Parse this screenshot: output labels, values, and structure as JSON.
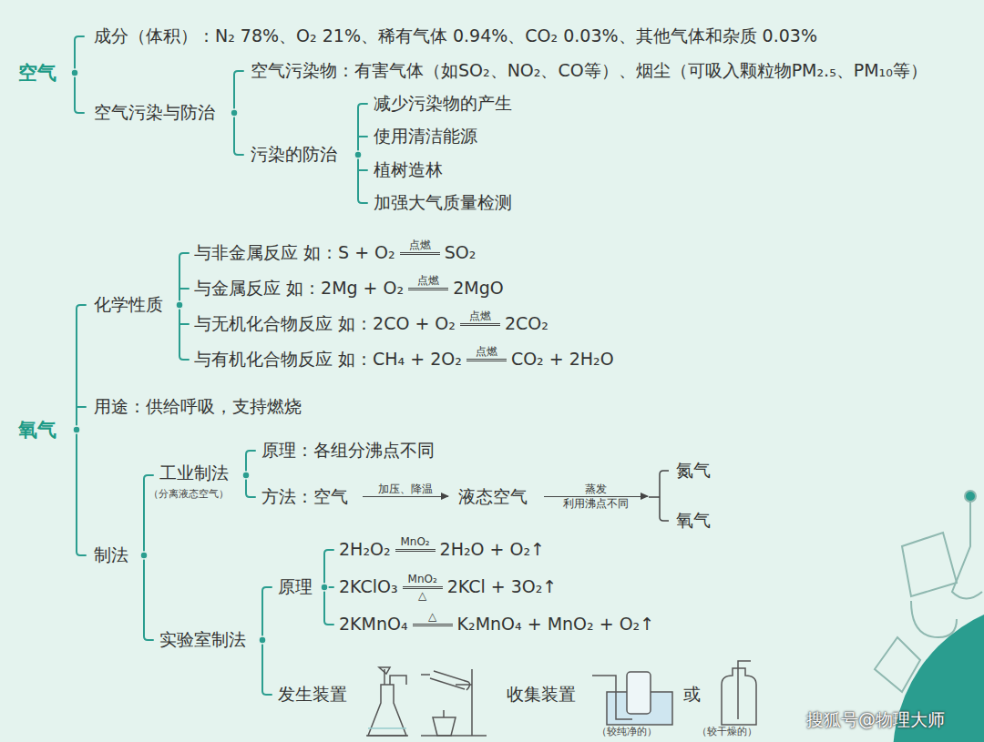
{
  "diagram": {
    "labels": [
      "空气",
      "成分（体积）：N₂ 78%、O₂ 21%、稀有气体 0.94%、CO₂ 0.03%、其他气体和杂质 0.03%",
      "空气污染与防治",
      "空气污染物：有害气体（如SO₂、NO₂、CO等）、烟尘（可吸入颗粒物PM₂.₅、PM₁₀等）",
      "污染的防治",
      "减少污染物的产生",
      "使用清洁能源",
      "植树造林",
      "加强大气质量检测",
      "氧气",
      "化学性质",
      "与非金属反应 如：S + O₂",
      "点燃",
      "SO₂",
      "与金属反应 如：2Mg + O₂",
      "点燃",
      "2MgO",
      "与无机化合物反应 如：2CO + O₂",
      "点燃",
      "2CO₂",
      "与有机化合物反应 如：CH₄ + 2O₂",
      "点燃",
      "CO₂ + 2H₂O",
      "用途：供给呼吸，支持燃烧",
      "制法",
      "工业制法",
      "（分离液态空气）",
      "原理：各组分沸点不同",
      "方法：空气",
      "加压、降温",
      "液态空气",
      "蒸发",
      "利用沸点不同",
      "氮气",
      "氧气",
      "实验室制法",
      "原理",
      "2H₂O₂",
      "MnO₂",
      "2H₂O + O₂↑",
      "2KClO₃",
      "MnO₂",
      "△",
      "2KCl + 3O₂↑",
      "2KMnO₄",
      "△",
      "K₂MnO₄ + MnO₂ + O₂↑",
      "发生装置",
      "收集装置",
      "或",
      "（较纯净的）",
      "（较干燥的）",
      "搜狐号@物理大师"
    ]
  }
}
